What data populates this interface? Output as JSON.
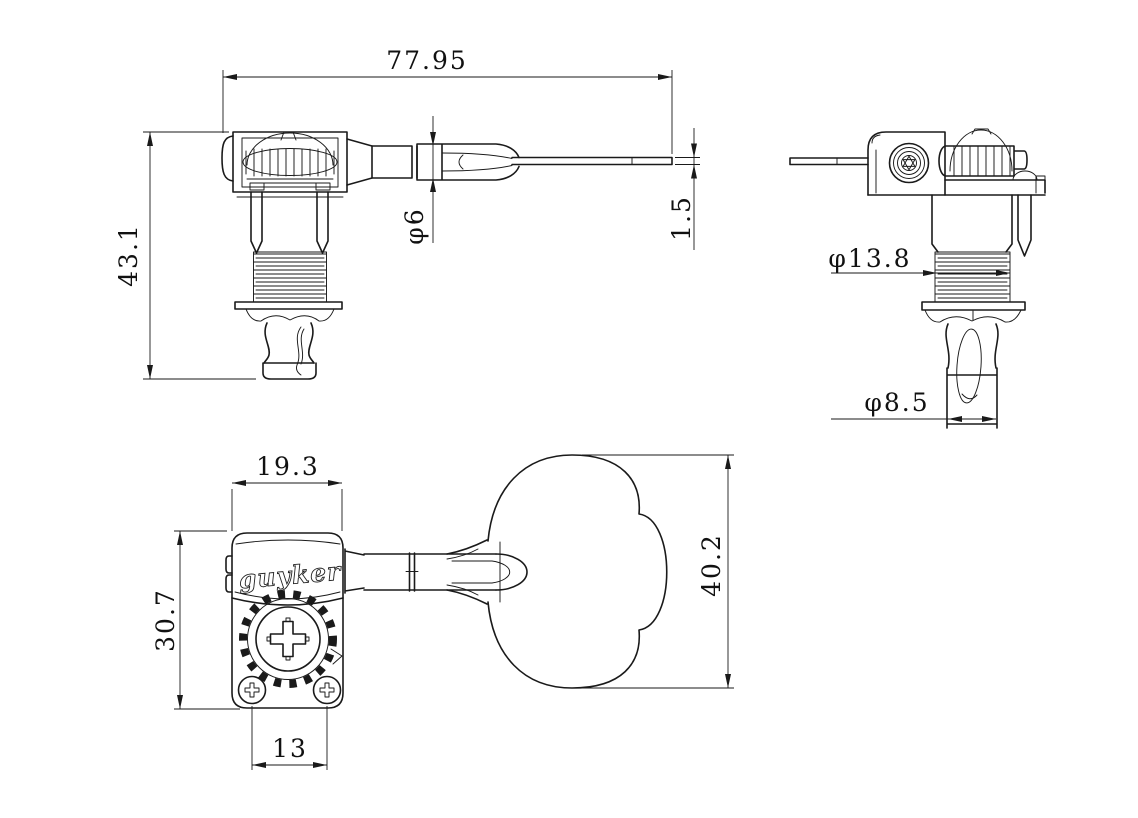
{
  "page": {
    "background_color": "#ffffff",
    "line_color": "#1a1a1a"
  },
  "views": {
    "side_view_left": {
      "dimensions": {
        "overall_length": "77.95",
        "overall_height": "43.1",
        "shaft_diameter": "φ6",
        "tip_thickness": "1.5"
      }
    },
    "side_view_right": {
      "dimensions": {
        "thread_diameter": "φ13.8",
        "post_diameter": "φ8.5"
      }
    },
    "front_view": {
      "logo": "guyker",
      "dimensions": {
        "plate_width": "19.3",
        "plate_height": "30.7",
        "screw_spacing": "13",
        "key_height": "40.2"
      }
    }
  }
}
